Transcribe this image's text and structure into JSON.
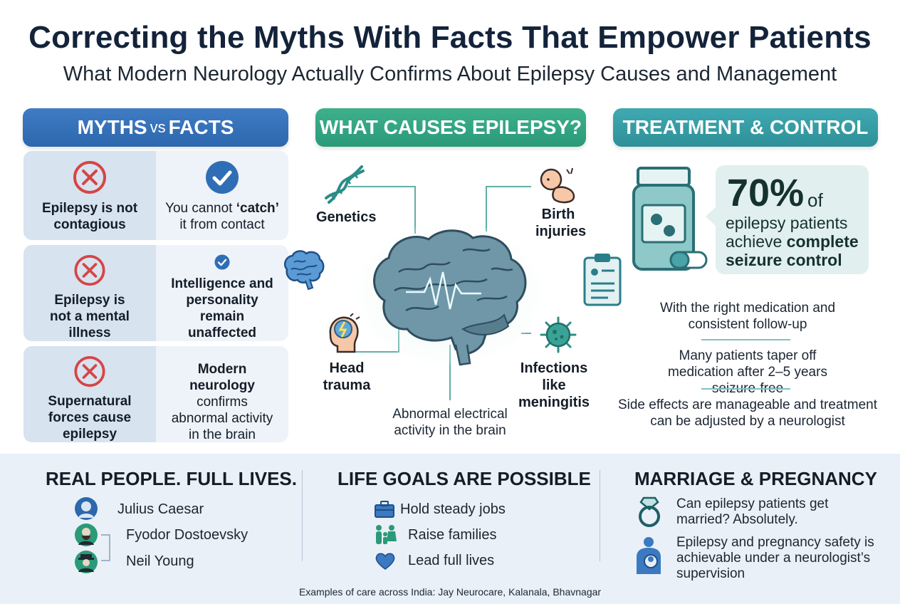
{
  "header": {
    "title": "Correcting the Myths With Facts That Empower Patients",
    "subtitle": "What Modern Neurology Actually Confirms About Epilepsy Causes and Management"
  },
  "myths_section": {
    "heading_part1": "MYTHS",
    "heading_vs": "vs",
    "heading_part2": "FACTS",
    "rows": [
      {
        "myth": "Epilepsy is not contagious",
        "fact_pre": "You cannot ",
        "fact_bold": "‘catch’",
        "fact_post": " it from contact"
      },
      {
        "myth": "Epilepsy is not a mental illness",
        "fact_bold_full": "Intelligence and personality remain unaffected"
      },
      {
        "myth": "Supernatural forces cause epilepsy",
        "fact_bold": "Modern neurology",
        "fact_post": " confirms abnormal activity in the brain"
      }
    ]
  },
  "causes_section": {
    "heading": "WHAT CAUSES EPILEPSY?",
    "genetics": "Genetics",
    "birth_injuries": "Birth injuries",
    "head_trauma": "Head trauma",
    "infections": "Infections like meningitis",
    "center_caption": "Abnormal electrical activity in the brain"
  },
  "treatment_section": {
    "heading": "TREATMENT & CONTROL",
    "stat_value": "70%",
    "stat_of": "of",
    "stat_text_plain": "epilepsy patients achieve ",
    "stat_text_bold": "complete seizure control",
    "points": [
      "With the right medication and consistent follow-up",
      "Many patients taper off medication after 2–5 years seizure-free",
      "Side effects are manageable and treatment can be adjusted by a neurologist"
    ]
  },
  "real_people": {
    "heading": "REAL PEOPLE. FULL LIVES.",
    "people": [
      "Julius Caesar",
      "Fyodor Dostoevsky",
      "Neil Young"
    ]
  },
  "life_goals": {
    "heading": "LIFE GOALS ARE POSSIBLE",
    "goals": [
      "Hold steady jobs",
      "Raise families",
      "Lead full lives"
    ],
    "icons": [
      "briefcase-icon",
      "family-icon",
      "heart-icon"
    ]
  },
  "marriage": {
    "heading": "MARRIAGE & PREGNANCY",
    "points": [
      "Can epilepsy patients get married? Absolutely.",
      "Epilepsy and pregnancy safety is achievable under a neurologist’s supervision"
    ],
    "icons": [
      "ring-icon",
      "mother-baby-icon"
    ]
  },
  "footer": "Examples of care across India: Jay Neurocare, Kalanala, Bhavnagar",
  "colors": {
    "myths_blue": "#2d67ad",
    "causes_green": "#2a9a78",
    "treatment_teal": "#2e9098",
    "cross_red": "#d64545",
    "check_blue": "#2f6eb5"
  }
}
